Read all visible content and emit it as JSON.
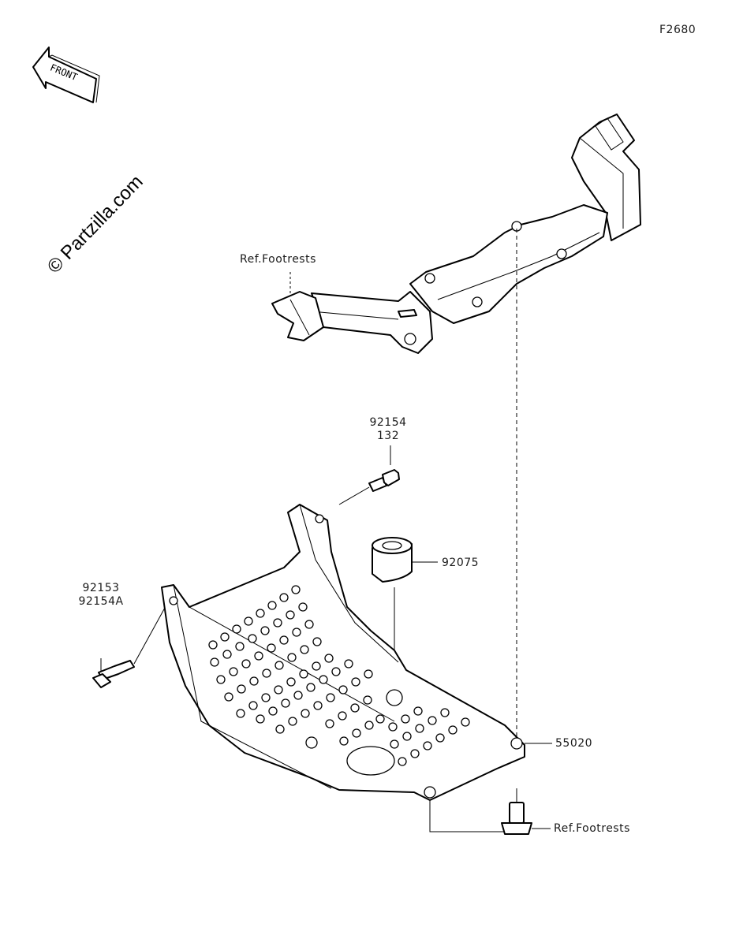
{
  "figure_code": "F2680",
  "front_badge": "FRONT",
  "watermark": "© Partzilla.com",
  "labels": {
    "ref_footrests_top": "Ref.Footrests",
    "p92154_a": "92154",
    "p92154_b": "132",
    "p92075": "92075",
    "p92153_a": "92153",
    "p92153_b": "92154A",
    "p55020": "55020",
    "ref_footrests_bottom": "Ref.Footrests"
  },
  "colors": {
    "line": "#000000",
    "background": "#ffffff"
  }
}
